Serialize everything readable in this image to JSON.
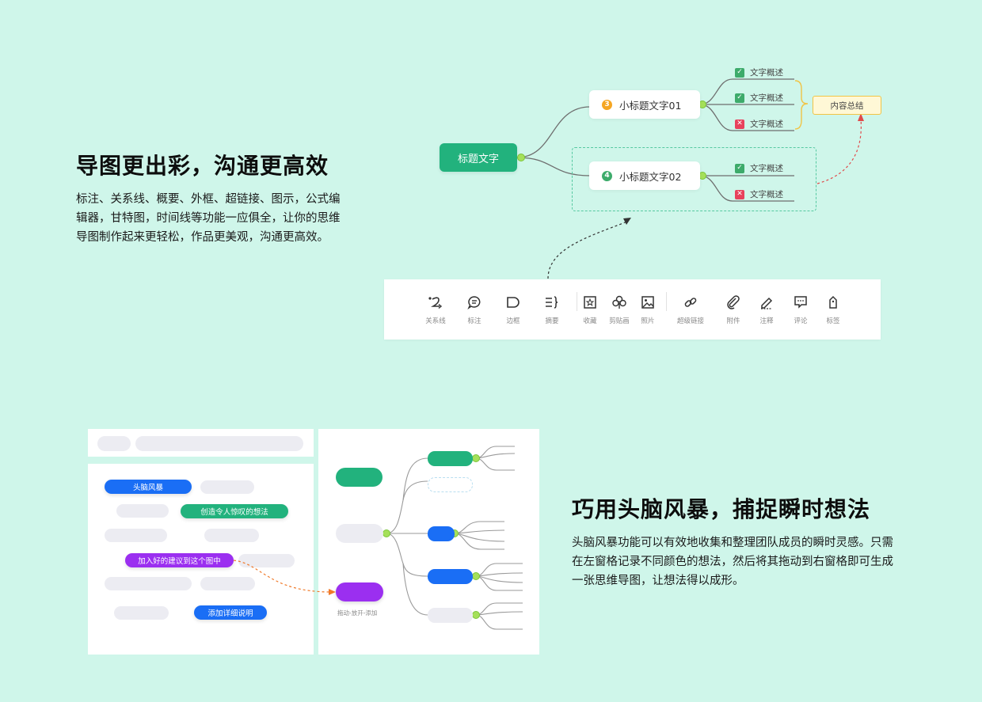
{
  "section1": {
    "title": "导图更出彩，沟通更高效",
    "description": "标注、关系线、概要、外框、超链接、图示，公式编辑器，甘特图，时间线等功能一应俱全，让你的思维导图制作起来更轻松，作品更美观，沟通更高效。"
  },
  "mindmap": {
    "root": "标题文字",
    "topics": [
      {
        "badge": "3",
        "label": "小标题文字01",
        "badge_color": "#f5a623",
        "leaves": [
          {
            "label": "文字概述",
            "status": "check"
          },
          {
            "label": "文字概述",
            "status": "check"
          },
          {
            "label": "文字概述",
            "status": "cross"
          }
        ]
      },
      {
        "badge": "4",
        "label": "小标题文字02",
        "badge_color": "#3dab6b",
        "leaves": [
          {
            "label": "文字概述",
            "status": "check"
          },
          {
            "label": "文字概述",
            "status": "cross"
          }
        ]
      }
    ],
    "summary": "内容总结"
  },
  "toolbar": {
    "items": [
      {
        "icon": "relation-line-icon",
        "label": "关系线"
      },
      {
        "icon": "annotation-icon",
        "label": "标注"
      },
      {
        "icon": "border-icon",
        "label": "边框"
      },
      {
        "icon": "summary-icon",
        "label": "摘要"
      },
      {
        "icon": "favorite-icon",
        "label": "收藏"
      },
      {
        "icon": "clipart-icon",
        "label": "剪贴画"
      },
      {
        "icon": "image-icon",
        "label": "照片"
      },
      {
        "icon": "hyperlink-icon",
        "label": "超级链接"
      },
      {
        "icon": "attachment-icon",
        "label": "附件"
      },
      {
        "icon": "note-icon",
        "label": "注释"
      },
      {
        "icon": "comment-icon",
        "label": "评论"
      },
      {
        "icon": "tag-icon",
        "label": "标签"
      }
    ]
  },
  "brainstorm": {
    "tags": [
      {
        "label": "头脑风暴",
        "color": "#1a6ef5"
      },
      {
        "label": "创造令人惊叹的想法",
        "color": "#22b27d"
      },
      {
        "label": "加入好的建议到这个图中",
        "color": "#9b2ff0"
      },
      {
        "label": "添加详细说明",
        "color": "#1a6ef5"
      }
    ],
    "drag_hint": "拖动-放开-添加"
  },
  "section2": {
    "title": "巧用头脑风暴，捕捉瞬时想法",
    "description": "头脑风暴功能可以有效地收集和整理团队成员的瞬时灵感。只需在左窗格记录不同颜色的想法，然后将其拖动到右窗格即可生成一张思维导图，让想法得以成形。"
  },
  "colors": {
    "background": "#cff6ea",
    "green": "#22b27d",
    "blue": "#1a6ef5",
    "purple": "#9b2ff0",
    "red": "#e8425c",
    "orange": "#f5a623"
  }
}
